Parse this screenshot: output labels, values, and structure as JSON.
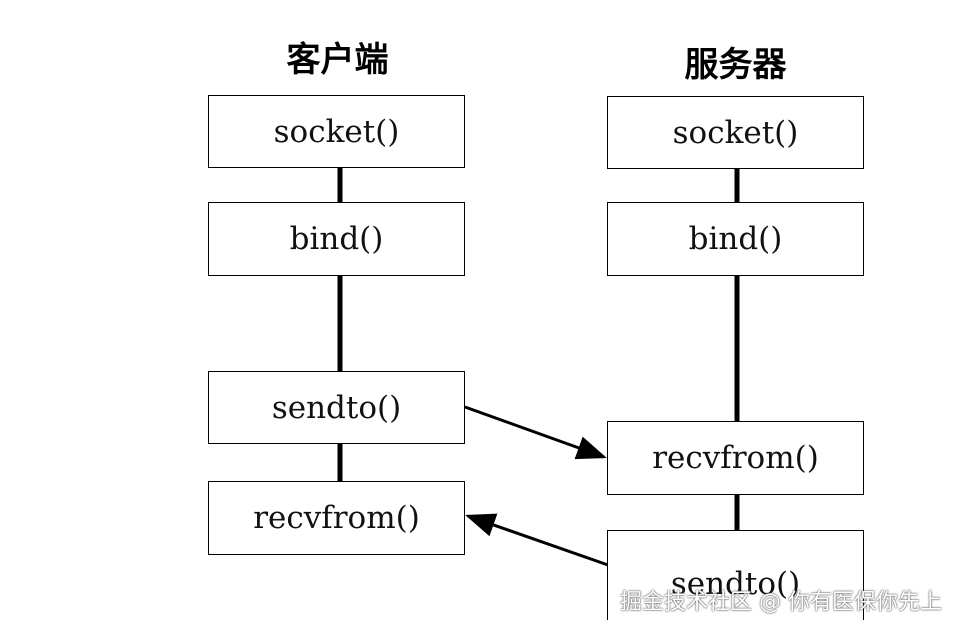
{
  "client": {
    "title": "客户端",
    "steps": [
      "socket()",
      "bind()",
      "sendto()",
      "recvfrom()"
    ]
  },
  "server": {
    "title": "服务器",
    "steps": [
      "socket()",
      "bind()",
      "recvfrom()",
      "sendto()"
    ]
  },
  "watermark": "掘金技术社区 @ 你有医保你先上"
}
